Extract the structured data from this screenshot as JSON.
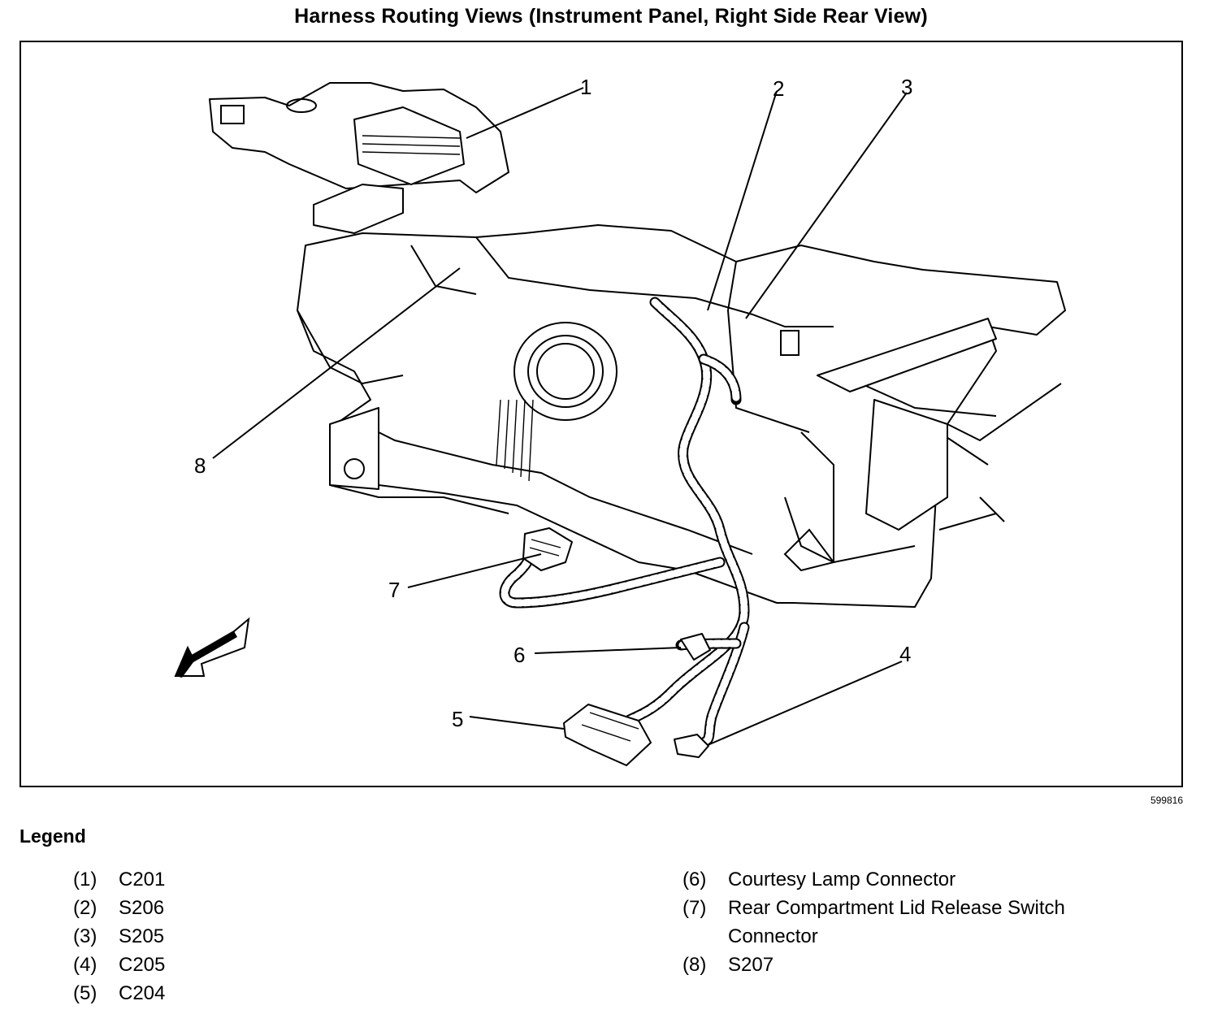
{
  "title": "Harness Routing Views (Instrument Panel, Right Side Rear View)",
  "figure_id": "599816",
  "callouts": [
    "1",
    "2",
    "3",
    "4",
    "5",
    "6",
    "7",
    "8"
  ],
  "legend": {
    "title": "Legend",
    "items": [
      {
        "num": "(1)",
        "text": "C201"
      },
      {
        "num": "(2)",
        "text": "S206"
      },
      {
        "num": "(3)",
        "text": "S205"
      },
      {
        "num": "(4)",
        "text": "C205"
      },
      {
        "num": "(5)",
        "text": "C204"
      },
      {
        "num": "(6)",
        "text": "Courtesy Lamp Connector"
      },
      {
        "num": "(7)",
        "text": "Rear Compartment Lid Release Switch Connector"
      },
      {
        "num": "(8)",
        "text": "S207"
      }
    ]
  },
  "icons": {
    "direction_arrow": "forward-arrow-icon"
  },
  "colors": {
    "ink": "#000000",
    "paper": "#ffffff"
  }
}
